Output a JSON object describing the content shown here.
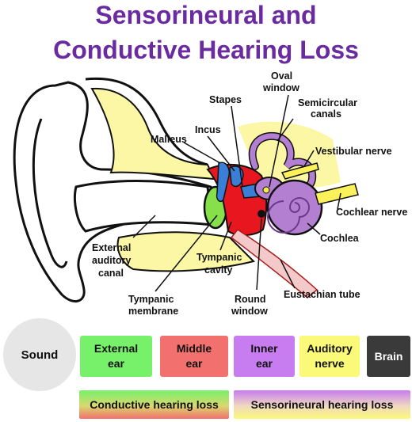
{
  "title": {
    "line1": "Sensorineural and",
    "line2": "Conductive Hearing Loss"
  },
  "labels": {
    "oval_window_1": "Oval",
    "oval_window_2": "window",
    "stapes": "Stapes",
    "semicircular_1": "Semicircular",
    "semicircular_2": "canals",
    "incus": "Incus",
    "malleus": "Malleus",
    "vestibular_nerve": "Vestibular nerve",
    "cochlear_nerve": "Cochlear nerve",
    "cochlea": "Cochlea",
    "external_canal_1": "External",
    "external_canal_2": "auditory",
    "external_canal_3": "canal",
    "tympanic_cavity_1": "Tympanic",
    "tympanic_cavity_2": "cavity",
    "eustachian_tube": "Eustachian tube",
    "round_window_1": "Round",
    "round_window_2": "window",
    "tympanic_membrane_1": "Tympanic",
    "tympanic_membrane_2": "membrane"
  },
  "pathway": {
    "sound": "Sound",
    "external_ear_1": "External",
    "external_ear_2": "ear",
    "middle_ear_1": "Middle",
    "middle_ear_2": "ear",
    "inner_ear_1": "Inner",
    "inner_ear_2": "ear",
    "auditory_nerve_1": "Auditory",
    "auditory_nerve_2": "nerve",
    "brain": "Brain"
  },
  "loss_types": {
    "conductive": "Conductive hearing loss",
    "sensorineural": "Sensorineural hearing loss"
  },
  "colors": {
    "title": "#6a2aa0",
    "external_ear": "#77f06a",
    "middle_ear": "#f2706e",
    "inner_ear": "#c77cf0",
    "auditory_nerve": "#fafa78",
    "brain": "#3a3a3a",
    "sound": "#e6e6e6"
  }
}
